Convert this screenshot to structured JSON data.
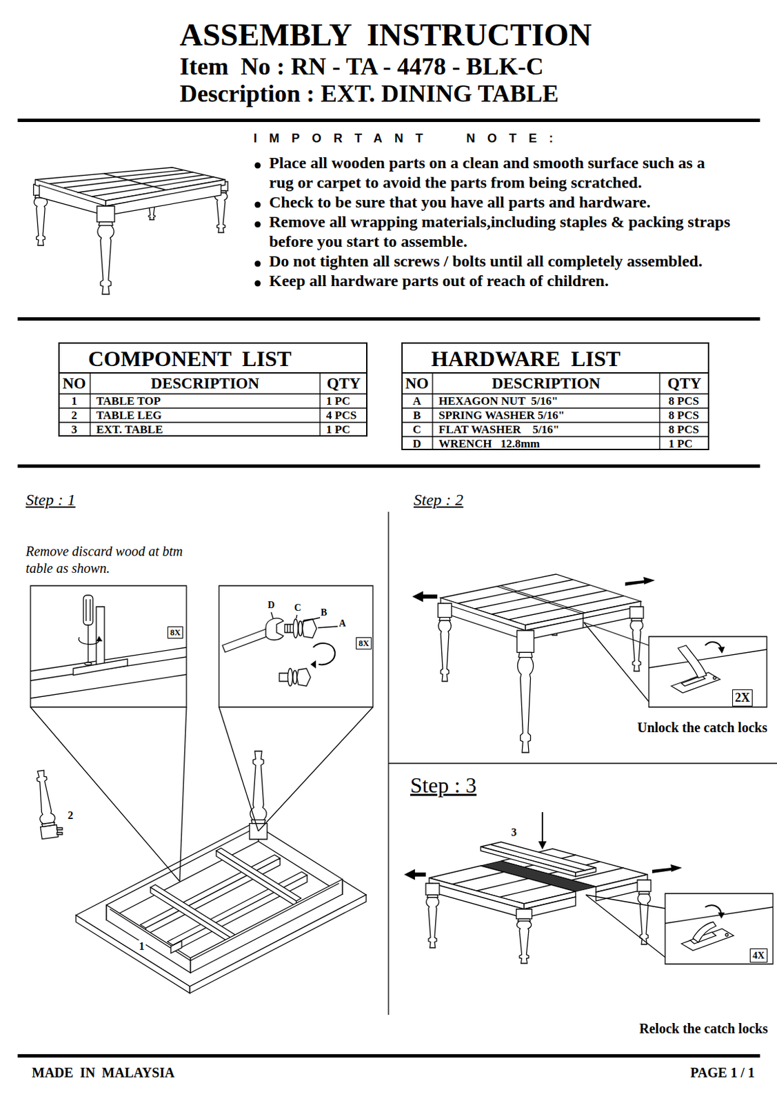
{
  "diagram": {
    "title": "ASSEMBLY  INSTRUCTION",
    "nodes": [
      {
        "text": [
          "COMPONENT  LIST"
        ]
      },
      {
        "text": [
          "HARDWARE  LIST"
        ]
      },
      {
        "text": [
          "8X"
        ]
      },
      {
        "text": [
          "8X"
        ]
      },
      {
        "text": [
          "2X"
        ]
      },
      {
        "text": [
          "4X"
        ]
      }
    ],
    "labels": [
      "Item  No : RN - TA - 4478 - BLK-C",
      "Description : EXT. DINING TABLE",
      "IMPORTANT  NOTE:",
      "Place all wooden parts on a clean and smooth surface such as a rug or carpet to avoid the parts from being scratched.",
      "Check to be sure that you have all parts and hardware.",
      "Remove all wrapping materials,including staples & packing straps before you start to assemble.",
      "Do not tighten all screws / bolts until all completely assembled.",
      "Keep all hardware parts out of reach of children.",
      "NO",
      "DESCRIPTION",
      "QTY",
      "1",
      "TABLE TOP",
      "1 PC",
      "2",
      "TABLE LEG",
      "4 PCS",
      "3",
      "EXT. TABLE",
      "1 PC",
      "NO",
      "DESCRIPTION",
      "QTY",
      "A",
      "HEXAGON NUT  5/16\"",
      "8 PCS",
      "B",
      "SPRING WASHER 5/16\"",
      "8 PCS",
      "C",
      "FLAT WASHER    5/16\"",
      "8 PCS",
      "D",
      "WRENCH   12.8mm",
      "1 PC",
      "Step : 1",
      "Remove discard wood at btm table as shown.",
      "D",
      "C",
      "B",
      "A",
      "2",
      "1",
      "Step : 2",
      "Unlock the catch locks",
      "Step : 3",
      "3",
      "Relock the catch locks",
      "MADE  IN  MALAYSIA",
      "PAGE 1 / 1"
    ]
  }
}
